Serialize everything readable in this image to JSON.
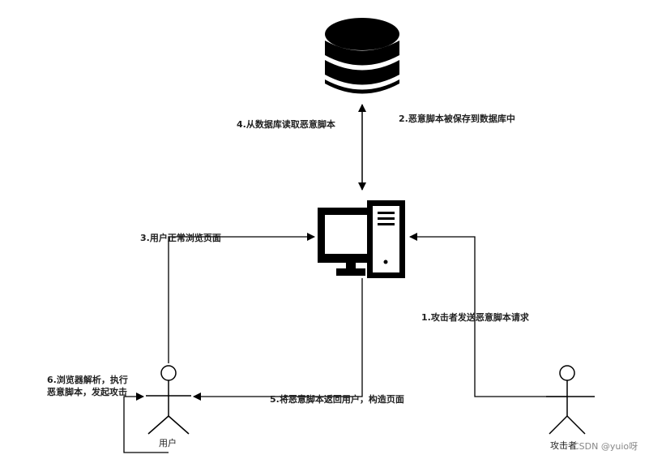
{
  "steps": {
    "s1": "1.攻击者发送恶意脚本请求",
    "s2": "2.恶意脚本被保存到数据库中",
    "s3": "3.用户正常浏览页面",
    "s4": "4.从数据库读取恶意脚本",
    "s5": "5.将恶意脚本返回用户，构造页面",
    "s6_line1": "6.浏览器解析，执行",
    "s6_line2": "恶意脚本，发起攻击"
  },
  "actors": {
    "user": "用户",
    "attacker": "攻击者"
  },
  "watermark": "CSDN @yuio呀"
}
